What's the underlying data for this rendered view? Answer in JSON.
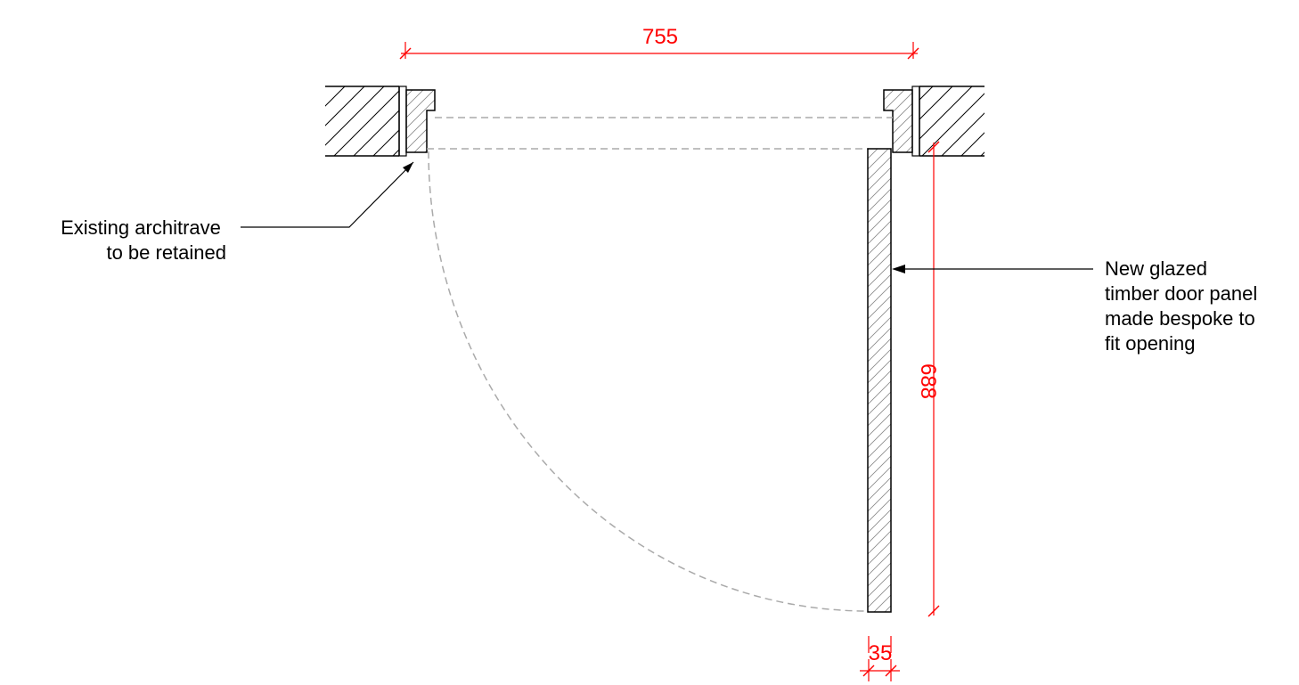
{
  "dimensions": {
    "opening_width": "755",
    "panel_length": "688",
    "panel_thickness": "35"
  },
  "annotations": {
    "architrave_note": {
      "lines": [
        "Existing architrave",
        "to be retained"
      ]
    },
    "door_panel_note": {
      "lines": [
        "New glazed",
        "timber door panel",
        "made bespoke to",
        "fit opening"
      ]
    }
  },
  "colors": {
    "dimension": "#ff0000",
    "linework": "#000000",
    "hidden_line": "#aaaaaa"
  }
}
